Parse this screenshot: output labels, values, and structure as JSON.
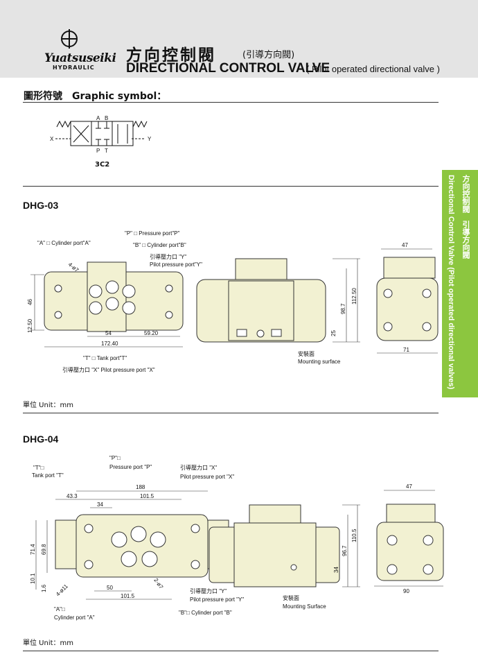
{
  "header": {
    "brand": "Yuatsuseiki",
    "brand_sub": "HYDRAULIC",
    "title_cn": "方向控制閥",
    "title_cn_sub": "(引導方向閥)",
    "title_en": "DIRECTIONAL CONTROL VALVE",
    "title_en_sub": "( Pilot operated directional valve )"
  },
  "side_tab": {
    "cn": "方向控制閥　引導方向閥",
    "en": "Directional Control Valve (Pilot operated directional valves)"
  },
  "graphic_symbol": {
    "heading": "圖形符號　Graphic symbol：",
    "port_a": "A",
    "port_b": "B",
    "port_p": "P",
    "port_t": "T",
    "x": "X",
    "y": "Y",
    "code": "3C2"
  },
  "dhg03": {
    "model": "DHG-03",
    "labels": {
      "cylinder_a": "\"A\" □ Cylinder port\"A\"",
      "pressure_p": "\"P\" □ Pressure port\"P\"",
      "cylinder_b": "\"B\" □ Cylinder port\"B\"",
      "pilot_y_cn": "引導壓力口 \"Y\"",
      "pilot_y_en": "Pilot pressure port\"Y\"",
      "tank_t": "\"T\" □ Tank port\"T\"",
      "pilot_x": "引導壓力口 \"X\"  Pilot pressure port \"X\"",
      "mount_cn": "安裝面",
      "mount_en": "Mounting surface",
      "hole": "4-ø7"
    },
    "dims": {
      "d46": "46",
      "d1250": "12.50",
      "d54": "54",
      "d5920": "59.20",
      "d17240": "172.40",
      "d987": "98.7",
      "d11250": "112.50",
      "d25": "25",
      "d47": "47",
      "d71": "71"
    },
    "unit": "單位 Unit：mm"
  },
  "dhg04": {
    "model": "DHG-04",
    "labels": {
      "tank_cn": "\"T\"□",
      "tank_en": "Tank port \"T\"",
      "pressure_cn": "\"P\"□",
      "pressure_en": "Pressure port \"P\"",
      "pilot_x_cn": "引導壓力口 \"X\"",
      "pilot_x_en": "Pilot pressure port \"X\"",
      "pilot_y_cn": "引導壓力口 \"Y\"",
      "pilot_y_en": "Pilot pressure port \"Y\"",
      "cyl_a_cn": "\"A\"□",
      "cyl_a_en": "Cylinder port \"A\"",
      "cyl_b": "\"B\"□  Cylinder port \"B\"",
      "mount_cn": "安裝面",
      "mount_en": "Mounting Surface",
      "hole1": "4-ø11",
      "hole2": "2-ø7"
    },
    "dims": {
      "d188": "188",
      "d433": "43.3",
      "d1015": "101.5",
      "d34": "34",
      "d714": "71.4",
      "d698": "69.8",
      "d101": "10.1",
      "d16": "1.6",
      "d50": "50",
      "d1015b": "101.5",
      "d967": "96.7",
      "d1105": "110.5",
      "d34b": "34",
      "d47": "47",
      "d90": "90"
    },
    "unit": "單位 Unit：mm"
  },
  "colors": {
    "header_bg": "#e4e4e4",
    "body_fill": "#f2f1d2",
    "accent_green": "#8cc63f"
  }
}
